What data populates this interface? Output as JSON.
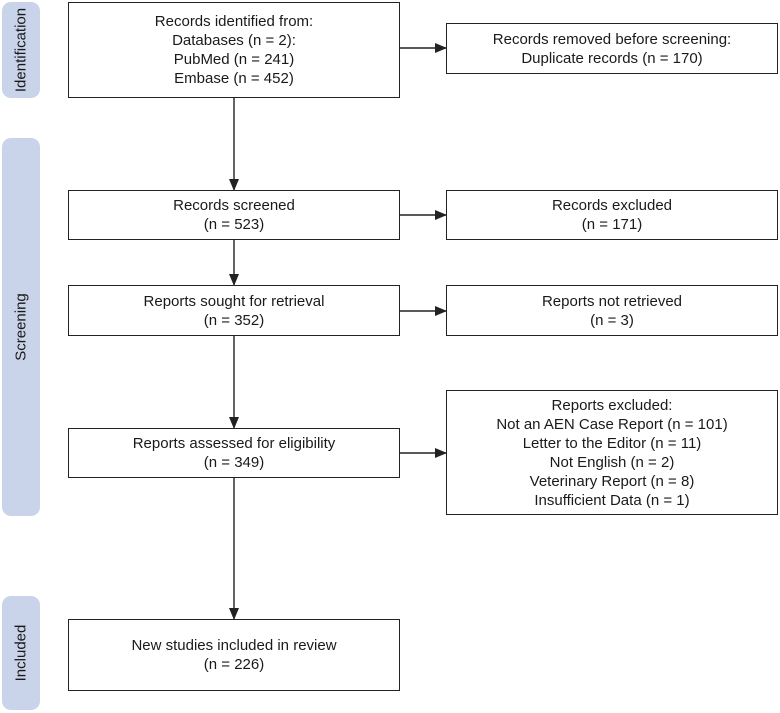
{
  "phases": {
    "identification": "Identification",
    "screening": "Screening",
    "included": "Included"
  },
  "boxes": {
    "identified": [
      "Records identified from:",
      "Databases (n = 2):",
      "PubMed (n = 241)",
      "Embase (n = 452)"
    ],
    "removed": [
      "Records removed before screening:",
      "Duplicate records (n = 170)"
    ],
    "screened": [
      "Records screened",
      "(n = 523)"
    ],
    "excluded": [
      "Records excluded",
      "(n = 171)"
    ],
    "sought": [
      "Reports sought for retrieval",
      "(n = 352)"
    ],
    "not_retrieved": [
      "Reports not retrieved",
      "(n = 3)"
    ],
    "assessed": [
      "Reports assessed for eligibility",
      "(n = 349)"
    ],
    "reports_excluded": [
      "Reports excluded:",
      "Not an AEN Case Report (n = 101)",
      "Letter to the Editor (n = 11)",
      "Not English (n = 2)",
      "Veterinary Report (n = 8)",
      "Insufficient Data (n = 1)"
    ],
    "included": [
      "New studies included in review",
      "(n = 226)"
    ]
  },
  "colors": {
    "phase_fill": "#c9d3ea",
    "stroke": "#222222"
  }
}
